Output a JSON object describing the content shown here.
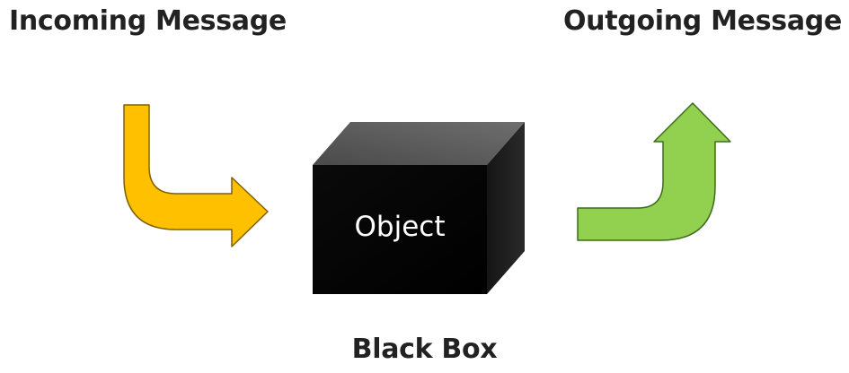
{
  "labels": {
    "incoming": "Incoming Message",
    "outgoing": "Outgoing Message",
    "object": "Object",
    "caption": "Black Box"
  },
  "colors": {
    "incoming_arrow": "#ffc000",
    "outgoing_arrow": "#92d050",
    "box_front": "#000000",
    "box_top": "#5a5a5a",
    "box_side": "#1c1c1c",
    "object_text": "#ffffff"
  }
}
